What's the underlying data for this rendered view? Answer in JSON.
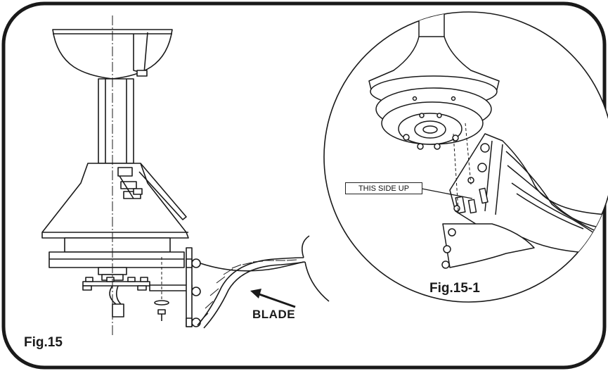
{
  "labels": {
    "fig15": "Fig.15",
    "fig15_1": "Fig.15-1",
    "blade": "BLADE",
    "this_side_up": "THIS SIDE UP"
  },
  "colors": {
    "line": "#1a1a1a",
    "background": "#ffffff"
  }
}
